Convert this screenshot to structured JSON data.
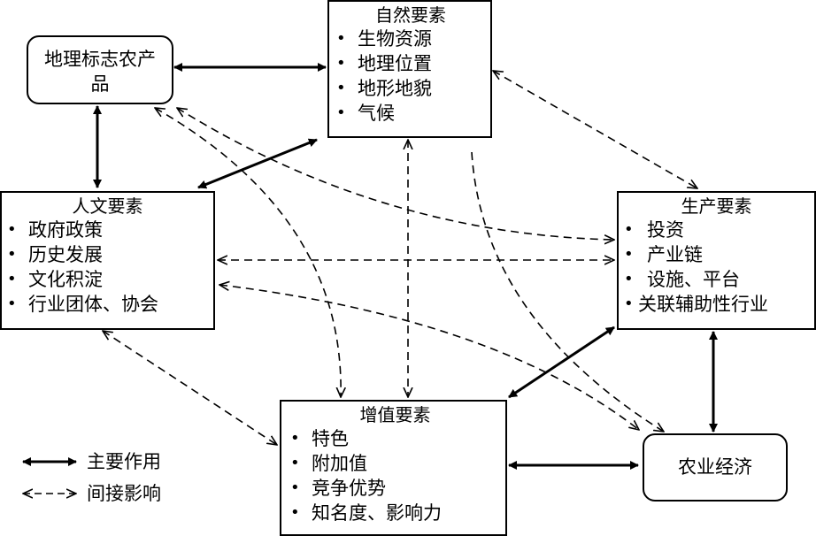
{
  "natural": {
    "title": "自然要素",
    "items": [
      "生物资源",
      "地理位置",
      "地形地貌",
      "气候"
    ]
  },
  "gi_product": {
    "title": "地理标志农产品"
  },
  "humanities": {
    "title": "人文要素",
    "items": [
      "政府政策",
      "历史发展",
      "文化积淀",
      "行业团体、协会"
    ]
  },
  "production": {
    "title": "生产要素",
    "items": [
      "投资",
      "产业链",
      "设施、平台",
      "关联辅助性行业"
    ]
  },
  "value_added": {
    "title": "增值要素",
    "items": [
      "特色",
      "附加值",
      "竞争优势",
      "知名度、影响力"
    ]
  },
  "agri_economy": {
    "title": "农业经济"
  },
  "legend": {
    "main": "主要作用",
    "indirect": "间接影响"
  }
}
